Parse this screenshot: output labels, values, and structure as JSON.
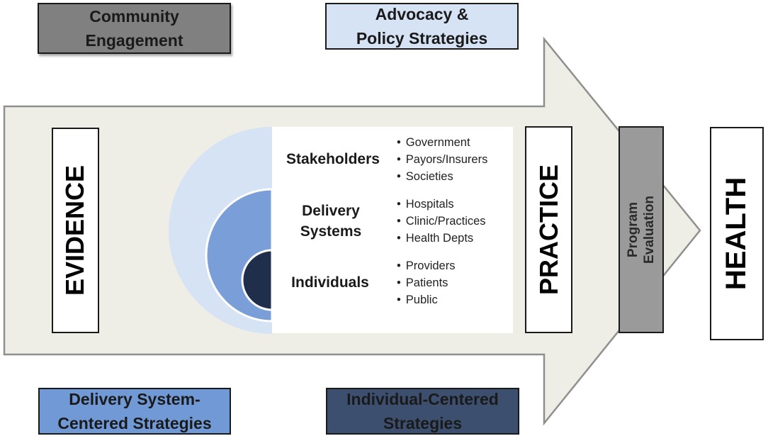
{
  "strategies": {
    "community": "Community\nEngagement",
    "advocacy": "Advocacy &\nPolicy  Strategies",
    "delivery": "Delivery System-\nCentered Strategies",
    "individual": "Individual-Centered\nStrategies"
  },
  "pillars": {
    "evidence": "EVIDENCE",
    "practice": "PRACTICE",
    "program_evaluation": "Program\nEvaluation",
    "health": "HEALTH"
  },
  "levels": [
    {
      "label": "Stakeholders",
      "items": [
        "Government",
        "Payors/Insurers",
        "Societies"
      ]
    },
    {
      "label": "Delivery\nSystems",
      "items": [
        "Hospitals",
        "Clinic/Practices",
        "Health Depts"
      ]
    },
    {
      "label": "Individuals",
      "items": [
        "Providers",
        "Patients",
        "Public"
      ]
    }
  ],
  "colors": {
    "community": "#808080",
    "advocacy": "#d6e3f5",
    "delivery": "#7199d6",
    "individual": "#3c4f6e",
    "outer_ring": "#d6e3f5",
    "middle_ring": "#7a9fd8",
    "inner_circle": "#1f2e4a",
    "arrow_fill": "#eeeee6",
    "program_eval": "#9a9a9a"
  }
}
